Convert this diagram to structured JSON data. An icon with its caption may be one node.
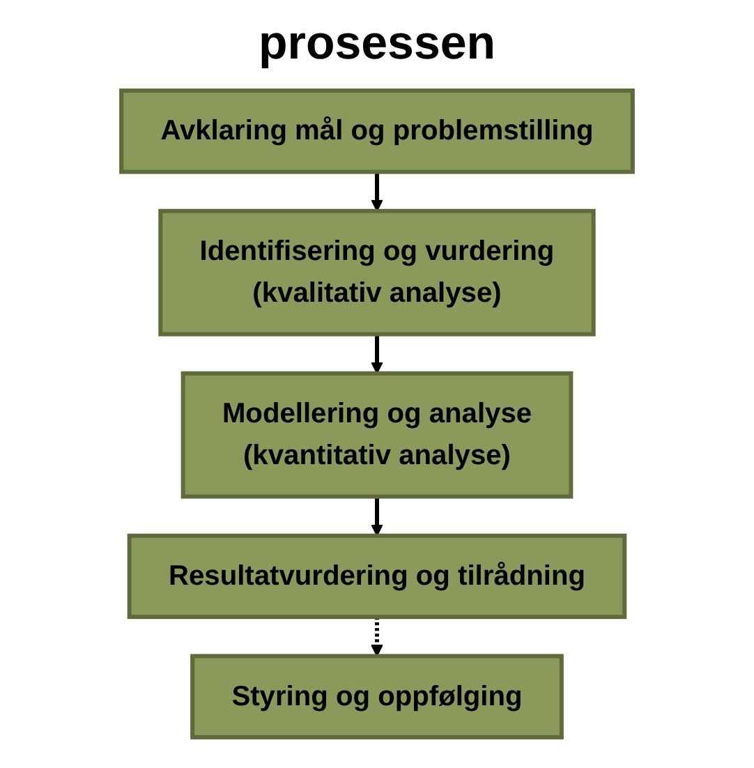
{
  "diagram": {
    "title": "prosessen",
    "nodes": [
      {
        "text": [
          "Avklaring mål og problemstilling"
        ]
      },
      {
        "text": [
          "Identifisering og vurdering",
          "(kvalitativ analyse)"
        ]
      },
      {
        "text": [
          "Modellering og analyse",
          "(kvantitativ analyse)"
        ]
      },
      {
        "text": [
          "Resultatvurdering og tilrådning"
        ]
      },
      {
        "text": [
          "Styring og oppfølging"
        ]
      }
    ],
    "edges": [
      {
        "from": 0,
        "to": 1,
        "arrow": "to"
      },
      {
        "from": 1,
        "to": 2,
        "arrow": "to"
      },
      {
        "from": 2,
        "to": 3,
        "arrow": "to"
      },
      {
        "from": 3,
        "to": 4,
        "arrow": "to",
        "style": "dashed"
      }
    ]
  }
}
